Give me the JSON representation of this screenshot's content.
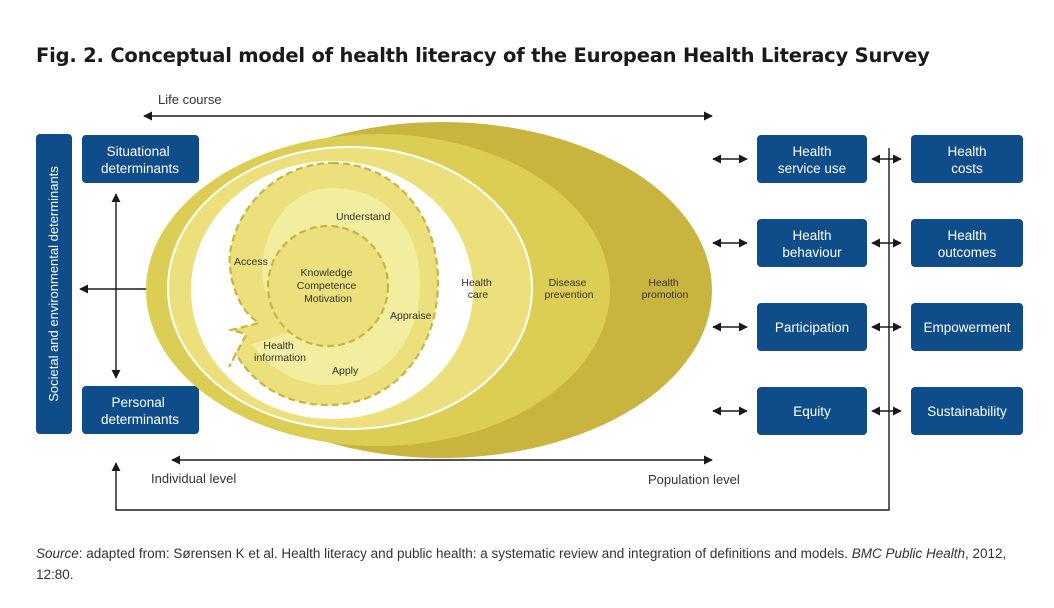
{
  "title": "Fig. 2. Conceptual model of health literacy of the European Health Literacy Survey",
  "colors": {
    "navy": "#0f4c8a",
    "outer_ellipse": "#c9b43f",
    "middle_ellipse": "#dccd55",
    "inner_ellipse": "#ebe07c",
    "center_blob": "#f3eda0",
    "dashed": "#c9b43f",
    "line": "#1a1a1a"
  },
  "axes": {
    "life_course": "Life course",
    "individual_level": "Individual level",
    "population_level": "Population level"
  },
  "left_panel": {
    "societal": "Societal and environmental determinants",
    "situational": [
      "Situational",
      "determinants"
    ],
    "personal": [
      "Personal",
      "determinants"
    ]
  },
  "model": {
    "core": [
      "Knowledge",
      "Competence",
      "Motivation"
    ],
    "access": "Access",
    "understand": "Understand",
    "appraise": "Appraise",
    "apply": "Apply",
    "health_information": [
      "Health",
      "information"
    ],
    "health_care": [
      "Health",
      "care"
    ],
    "disease_prevention": [
      "Disease",
      "prevention"
    ],
    "health_promotion": [
      "Health",
      "promotion"
    ]
  },
  "outcomes_left": [
    [
      "Health",
      "service use"
    ],
    [
      "Health",
      "behaviour"
    ],
    [
      "Participation"
    ],
    [
      "Equity"
    ]
  ],
  "outcomes_right": [
    [
      "Health",
      "costs"
    ],
    [
      "Health",
      "outcomes"
    ],
    [
      "Empowerment"
    ],
    [
      "Sustainability"
    ]
  ],
  "source": {
    "label": "Source",
    "text": ": adapted from: Sørensen K et al. Health literacy and public health: a systematic review and integration of definitions and models. ",
    "journal": "BMC Public Health",
    "citation": ", 2012, 12:80."
  }
}
